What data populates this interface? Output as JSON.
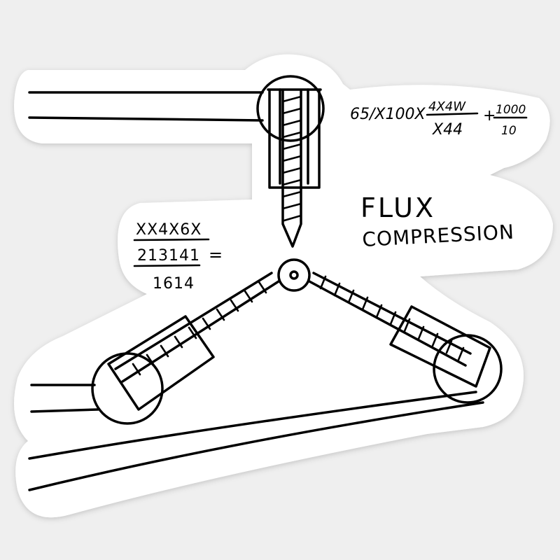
{
  "title": {
    "line1": "FLUX",
    "line2": "COMPRESSION"
  },
  "equation_top": {
    "prefix": "65/X100X",
    "numerator": "4X4W",
    "denominator": "X44",
    "plus": "+",
    "plus_numerator": "1000",
    "plus_denominator": "10"
  },
  "equation_left": {
    "line1": "XX4X6X",
    "line2": "213141",
    "line3": "1614",
    "equals": "="
  },
  "colors": {
    "ink": "#000000",
    "sticker": "#ffffff",
    "background": "#efefef"
  }
}
